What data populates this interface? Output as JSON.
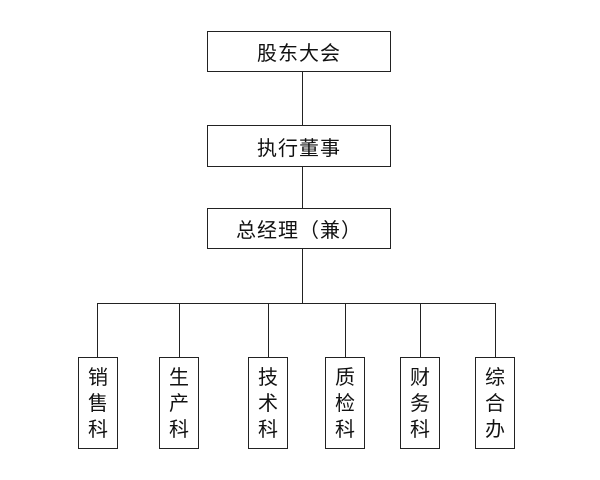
{
  "org": {
    "level1": "股东大会",
    "level2": "执行董事",
    "level3": "总经理（兼）",
    "departments": [
      "销售科",
      "生产科",
      "技术科",
      "质检科",
      "财务科",
      "综合办"
    ]
  }
}
